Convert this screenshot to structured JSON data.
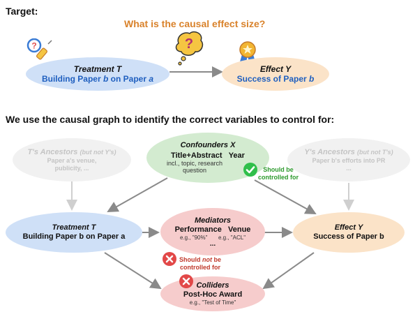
{
  "target_label": "Target:",
  "question": "What is the causal effect size?",
  "section_heading": "We use the causal graph to identify the correct variables to control for:",
  "top": {
    "treatment": {
      "title": "Treatment T",
      "line_a": "Building Paper ",
      "b": "b",
      "on": " on Paper ",
      "a": "a"
    },
    "effect": {
      "title": "Effect Y",
      "line_a": "Success of Paper ",
      "b": "b"
    }
  },
  "graph": {
    "t_ancestors": {
      "title": "T's Ancestors",
      "sub": "(but not Y's)",
      "line1": "Paper a's venue,",
      "line2": "publicity, ..."
    },
    "y_ancestors": {
      "title": "Y's Ancestors",
      "sub": "(but not T's)",
      "line1": "Paper b's efforts into PR",
      "line2": "..."
    },
    "confounders": {
      "title": "Confounders X",
      "item1": "Title+Abstract",
      "item2": "Year",
      "detail": "incl., topic, research question"
    },
    "treatment": {
      "title": "Treatment T",
      "line": "Building Paper b on Paper a"
    },
    "effect": {
      "title": "Effect Y",
      "line": "Success of Paper b"
    },
    "mediators": {
      "title": "Mediators",
      "item1": "Performance",
      "item2": "Venue",
      "eg1": "e.g., \"90%\"",
      "eg2": "e.g., \"ACL\"",
      "more": "..."
    },
    "colliders": {
      "title": "Colliders",
      "item": "Post-Hoc Award",
      "eg": "e.g., \"Test of Time\""
    }
  },
  "notes": {
    "should_control": "Should be controlled for",
    "should_not_control_a": "Should ",
    "should_not_control_not": "not",
    "should_not_control_b": " be controlled for"
  },
  "colors": {
    "blue_node": "#cfe0f7",
    "orange_node": "#fbe3c8",
    "green_node": "#d3ebd0",
    "pink_node": "#f6cccc",
    "question": "#d9822b",
    "check": "#2fbf4a",
    "cross": "#e24848"
  }
}
